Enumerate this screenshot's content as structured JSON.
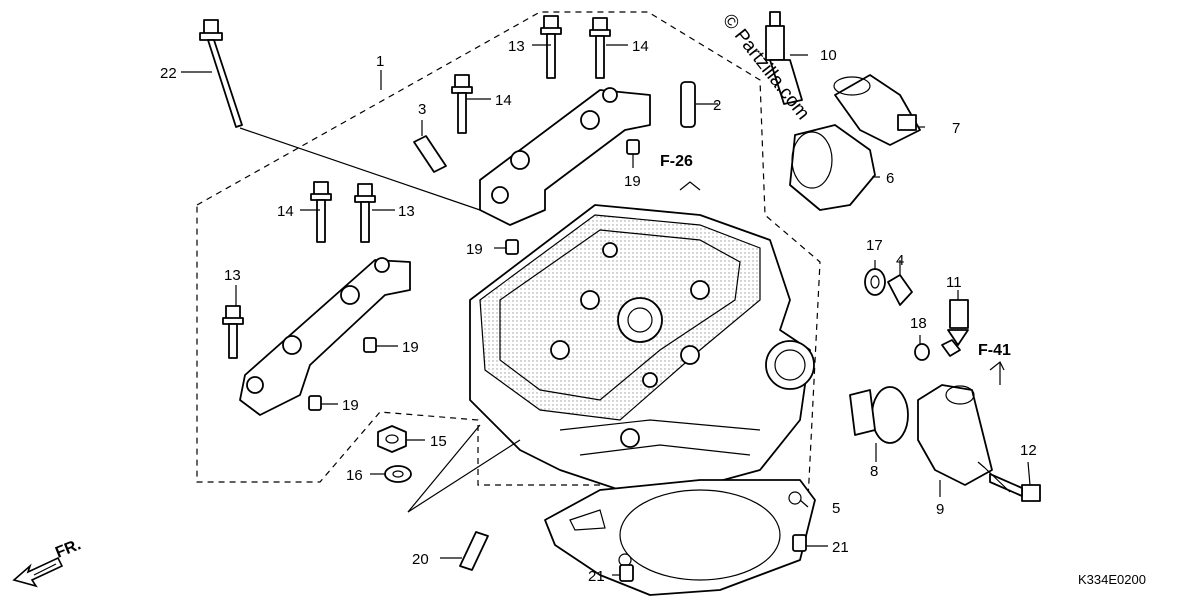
{
  "diagram": {
    "callouts": [
      "1",
      "2",
      "3",
      "4",
      "5",
      "6",
      "7",
      "8",
      "9",
      "10",
      "11",
      "12",
      "13",
      "13",
      "13",
      "14",
      "14",
      "14",
      "15",
      "16",
      "17",
      "18",
      "19",
      "19",
      "19",
      "19",
      "20",
      "21",
      "21",
      "22"
    ],
    "references": [
      "F-26",
      "F-41"
    ],
    "front_marker": "FR.",
    "watermark": "© Partzilla.com",
    "diagram_code": "K334E0200"
  },
  "colors": {
    "line": "#000000",
    "background": "#ffffff",
    "shading": "#d9d9d9"
  }
}
